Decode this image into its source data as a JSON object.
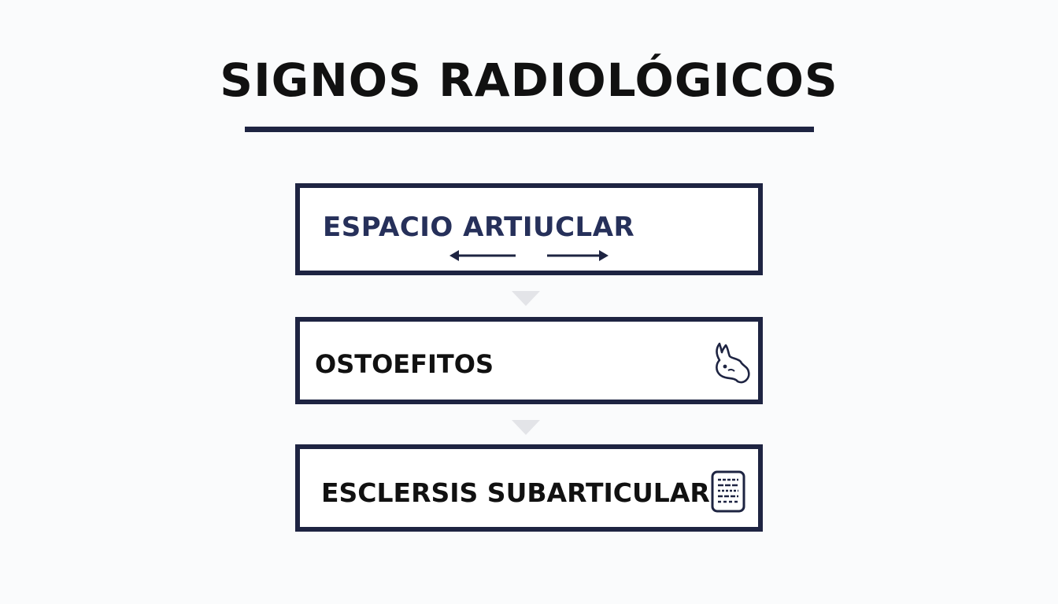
{
  "title": "SIGNOS RADIOLÓGICOS",
  "steps": [
    {
      "label": "ESPACIO ARTIUCLAR",
      "icon": "double-arrow-icon"
    },
    {
      "label": "OSTOEFITOS",
      "icon": "bone-spur-icon"
    },
    {
      "label": "ESCLERSIS SUBARTICULAR",
      "icon": "document-icon"
    }
  ],
  "colors": {
    "border": "#1e2442",
    "title_text": "#111111",
    "first_label_text": "#26305a",
    "connector": "#e3e4e8",
    "background": "#fafbfc"
  }
}
